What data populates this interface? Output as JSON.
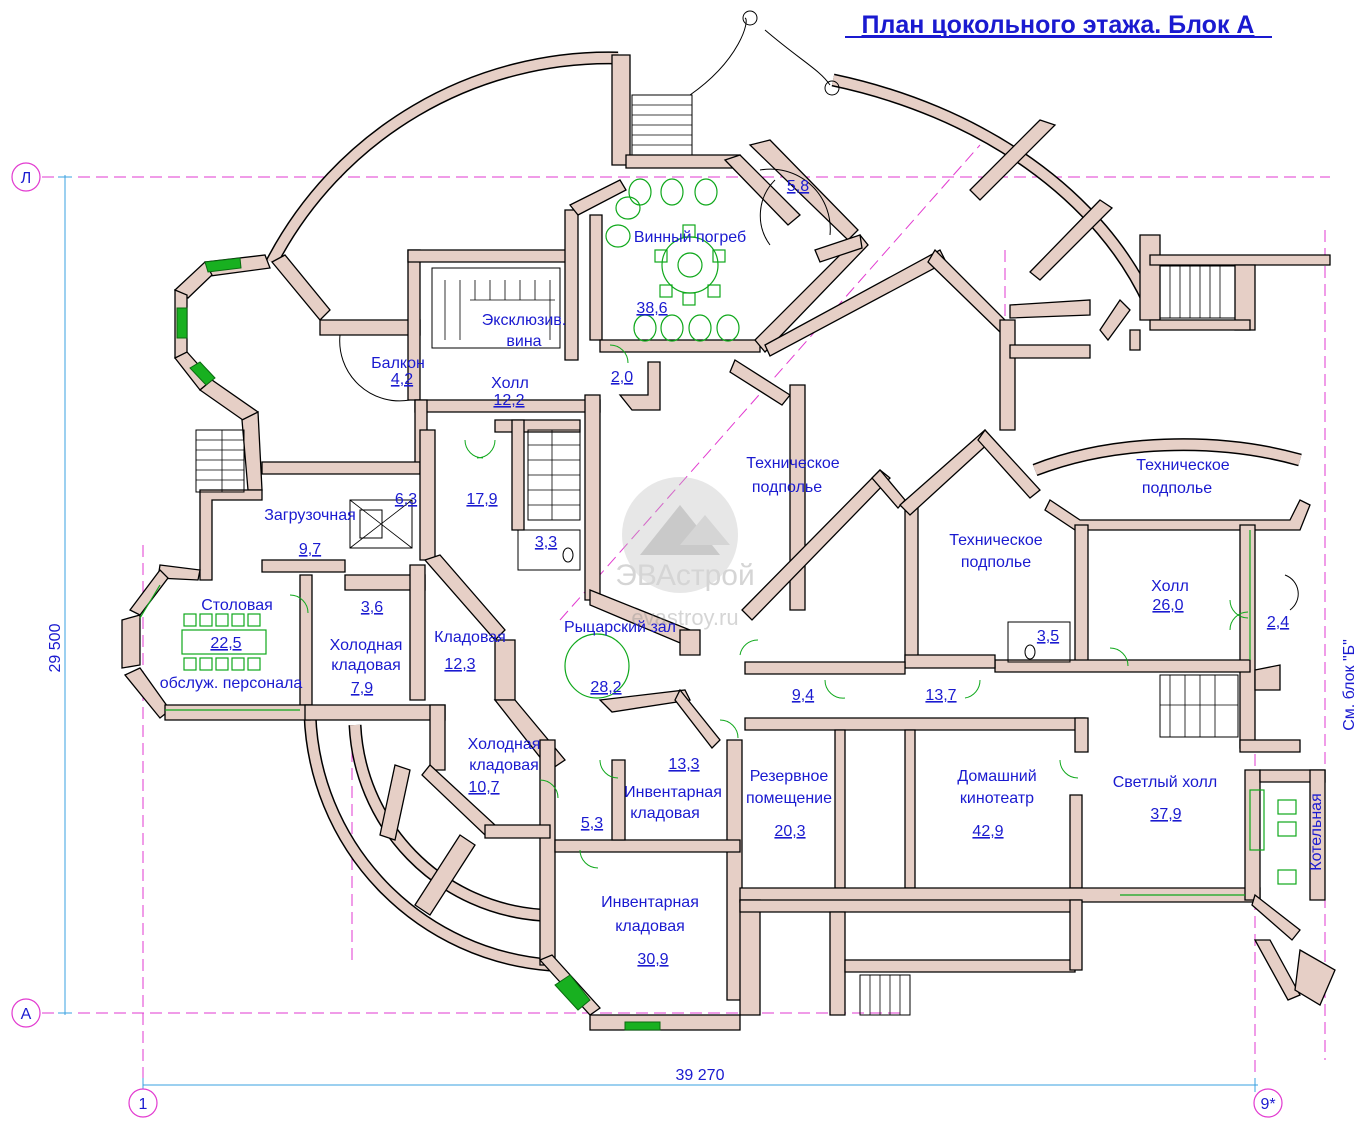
{
  "title": "План цокольного этажа. Блок А",
  "watermark": {
    "brand": "ЭВАстрой",
    "url": "evastroy.ru"
  },
  "axes": {
    "top_left": "Л",
    "bottom_left": "А",
    "bottom_first": "1",
    "bottom_last": "9*"
  },
  "dimensions": {
    "vertical": "29 500",
    "horizontal": "39 270"
  },
  "side_note": "См. блок \"Б\"",
  "rooms": [
    {
      "name": "Винный погреб",
      "area": "38,6"
    },
    {
      "name": "",
      "area": "5,8"
    },
    {
      "name": "Эксклюзив. вина",
      "area": ""
    },
    {
      "name": "Балкон",
      "area": "4,2"
    },
    {
      "name": "Холл",
      "area": "12,2"
    },
    {
      "name": "",
      "area": "2,0"
    },
    {
      "name": "",
      "area": "17,9"
    },
    {
      "name": "",
      "area": "6,3"
    },
    {
      "name": "Загрузочная",
      "area": "9,7"
    },
    {
      "name": "",
      "area": "3,3"
    },
    {
      "name": "Столовая обслуж. персонала",
      "area": "22,5"
    },
    {
      "name": "",
      "area": "3,6"
    },
    {
      "name": "Холодная кладовая",
      "area": "7,9"
    },
    {
      "name": "Кладовая",
      "area": "12,3"
    },
    {
      "name": "Рыцарский зал",
      "area": "28,2"
    },
    {
      "name": "Техническое подполье",
      "area": ""
    },
    {
      "name": "Техническое подполье",
      "area": ""
    },
    {
      "name": "Техническое подполье",
      "area": ""
    },
    {
      "name": "Холл",
      "area": "26,0"
    },
    {
      "name": "",
      "area": "2,4"
    },
    {
      "name": "",
      "area": "3,5"
    },
    {
      "name": "",
      "area": "9,4"
    },
    {
      "name": "",
      "area": "13,7"
    },
    {
      "name": "Холодная кладовая",
      "area": "10,7"
    },
    {
      "name": "",
      "area": "13,3"
    },
    {
      "name": "Инвентарная кладовая",
      "area": ""
    },
    {
      "name": "",
      "area": "5,3"
    },
    {
      "name": "Резервное помещение",
      "area": "20,3"
    },
    {
      "name": "Домашний кинотеатр",
      "area": "42,9"
    },
    {
      "name": "Светлый холл",
      "area": "37,9"
    },
    {
      "name": "Котельная",
      "area": ""
    },
    {
      "name": "Инвентарная кладовая",
      "area": "30,9"
    }
  ]
}
